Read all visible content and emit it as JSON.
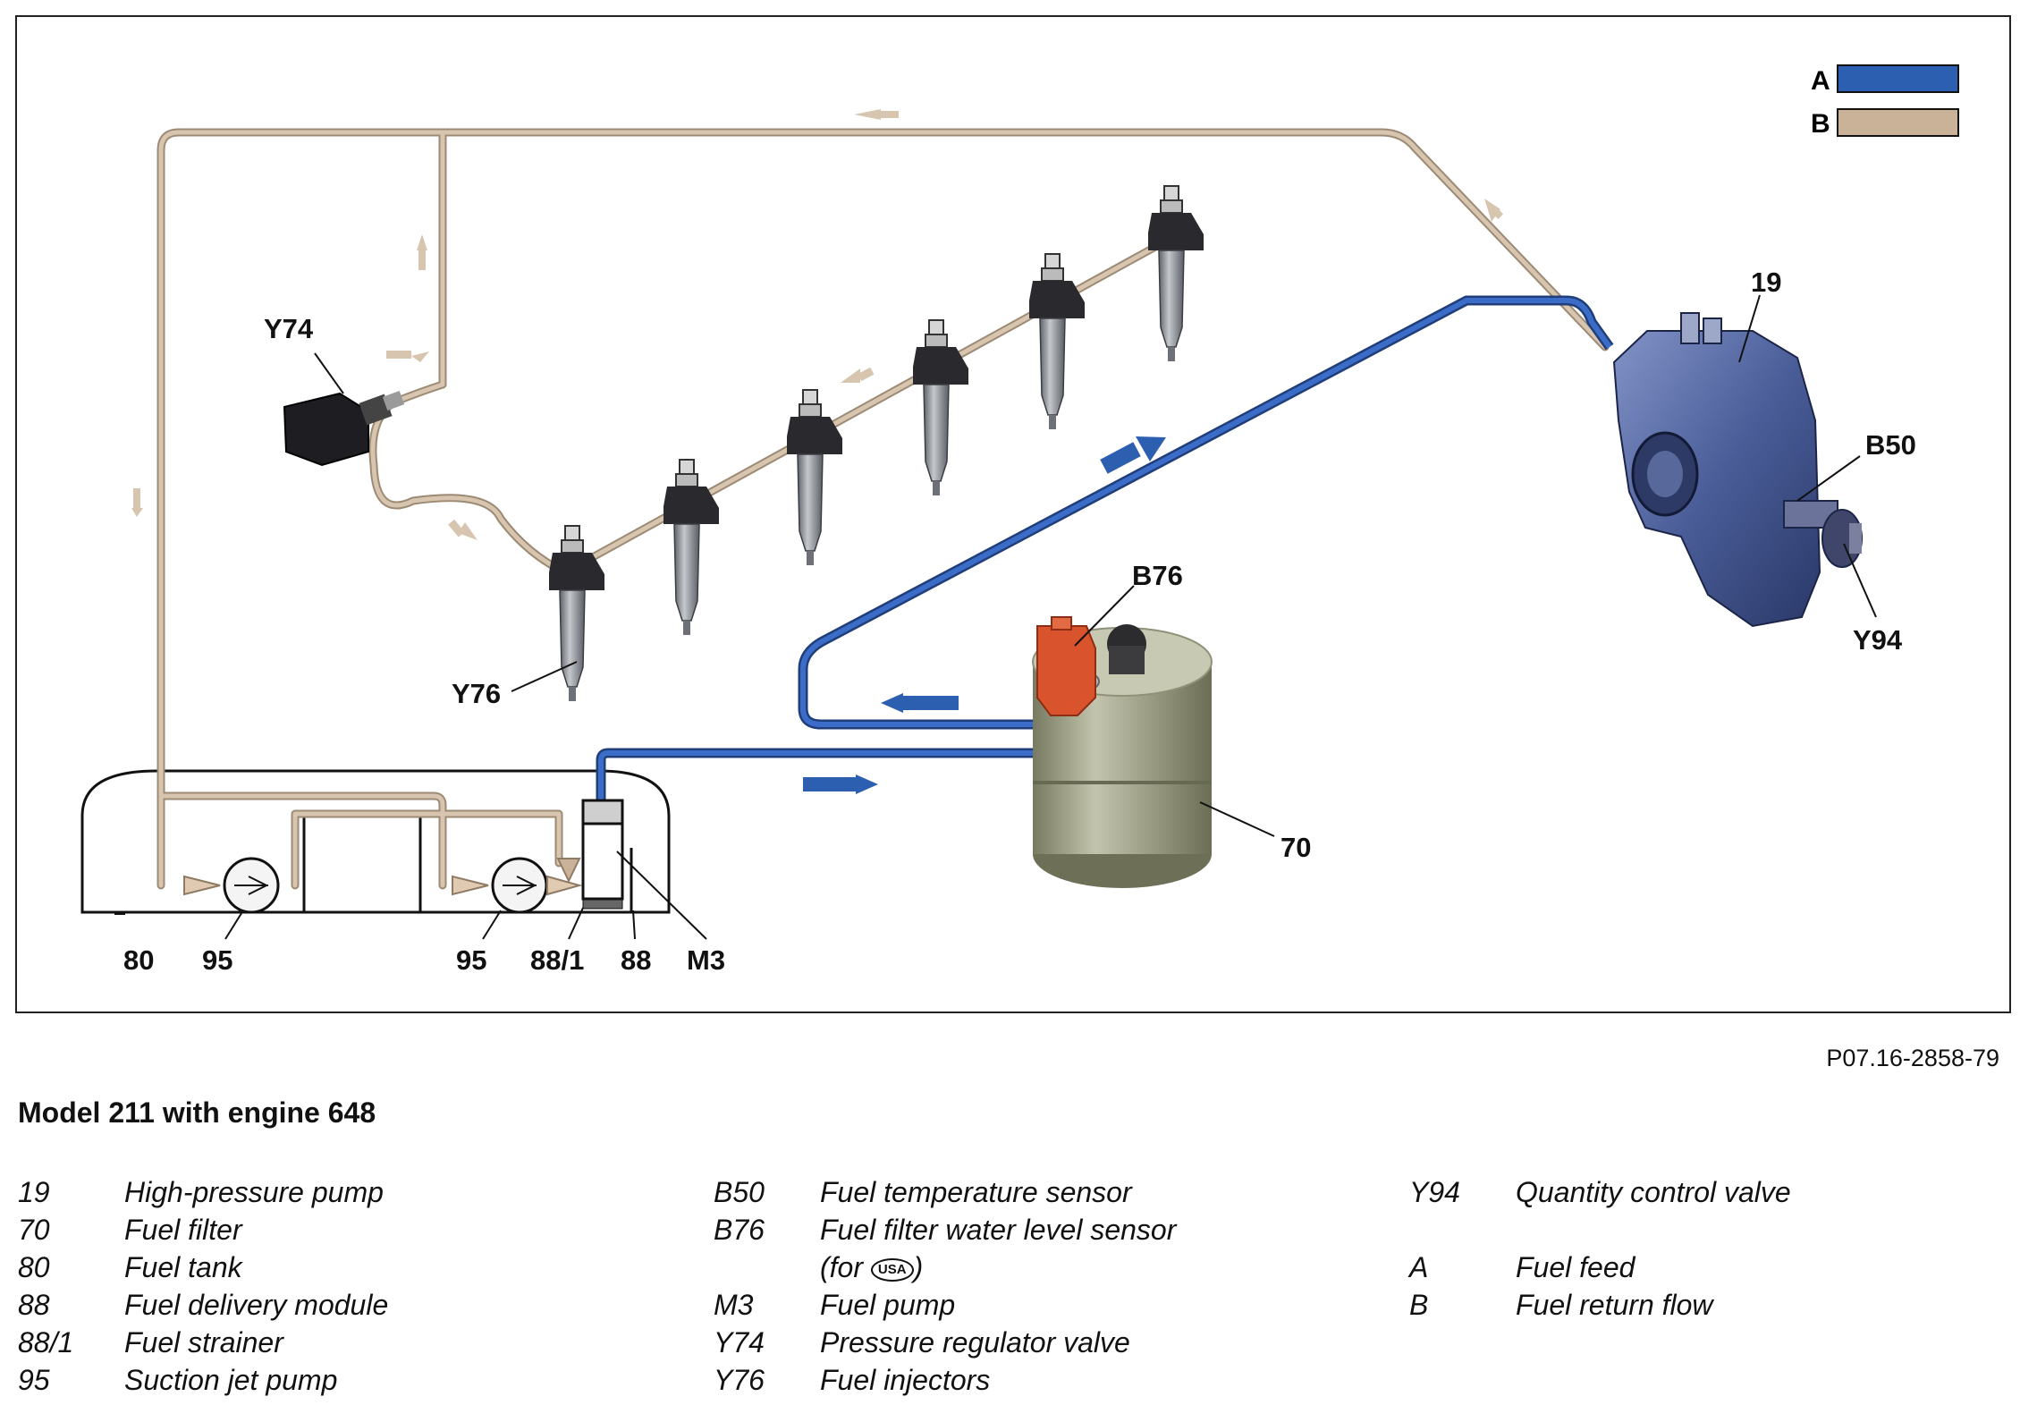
{
  "figure_id": "P07.16-2858-79",
  "model_title": "Model 211 with engine 648",
  "key": [
    {
      "code": "A",
      "line_color": "#2d5fb0"
    },
    {
      "code": "B",
      "line_color": "#c9b297"
    }
  ],
  "callouts": {
    "c19": "19",
    "b50": "B50",
    "y94": "Y94",
    "b76": "B76",
    "c70": "70",
    "y74": "Y74",
    "y76": "Y76",
    "c80": "80",
    "c95a": "95",
    "c95b": "95",
    "c88_1": "88/1",
    "c88": "88",
    "m3": "M3"
  },
  "legend": {
    "col1": [
      {
        "code": "19",
        "desc": "High-pressure pump"
      },
      {
        "code": "70",
        "desc": "Fuel filter"
      },
      {
        "code": "80",
        "desc": "Fuel tank"
      },
      {
        "code": "88",
        "desc": "Fuel delivery module"
      },
      {
        "code": "88/1",
        "desc": "Fuel strainer"
      },
      {
        "code": "95",
        "desc": "Suction jet pump"
      }
    ],
    "col2": [
      {
        "code": "B50",
        "desc": "Fuel temperature sensor"
      },
      {
        "code": "B76",
        "desc": "Fuel filter water level sensor",
        "note_pre": "(for ",
        "note_badge": "USA",
        "note_post": ")"
      },
      {
        "code": "M3",
        "desc": "Fuel pump"
      },
      {
        "code": "Y74",
        "desc": "Pressure regulator valve"
      },
      {
        "code": "Y76",
        "desc": "Fuel injectors"
      }
    ],
    "col3": [
      {
        "code": "Y94",
        "desc": "Quantity control valve"
      },
      {
        "code": "A",
        "desc": "Fuel feed"
      },
      {
        "code": "B",
        "desc": "Fuel return flow"
      }
    ]
  },
  "colors": {
    "feed_line": "#2d5fb0",
    "return_line": "#c9b297",
    "pump_body": "#4a5f9a",
    "filter_body": "#9b9d80",
    "sensor_red": "#d9532c",
    "injector": "#8e9196"
  }
}
